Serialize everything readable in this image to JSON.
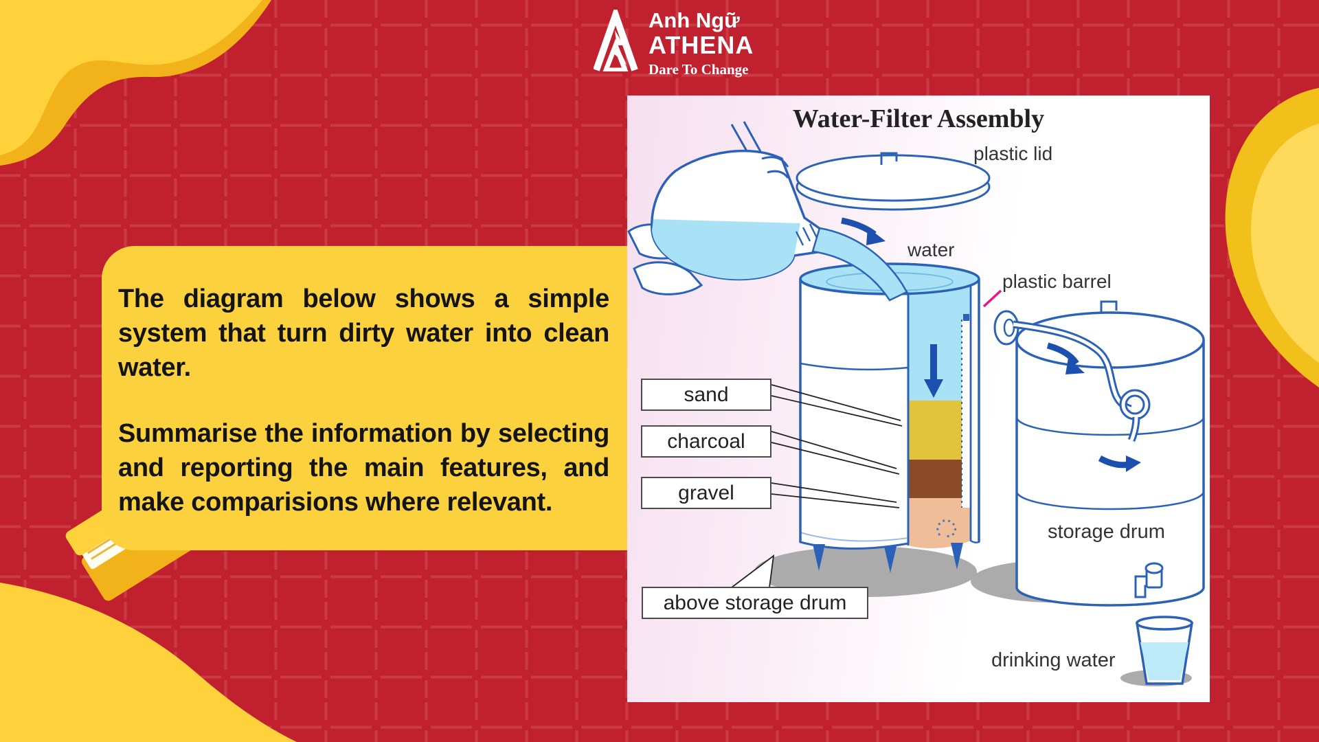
{
  "brand": {
    "line1": "Anh Ngữ",
    "line2": "ATHENA",
    "tagline": "Dare To Change",
    "logo_mark": "athena-mountain-a"
  },
  "task": {
    "para1_lines": [
      "The diagram below shows a simple",
      "system that turn dirty water into clean",
      "water."
    ],
    "para2_lines": [
      "Summarise the information by selecting",
      "and reporting the main features, and",
      "make comparisions where relevant."
    ]
  },
  "diagram": {
    "title": "Water-Filter Assembly",
    "labels": {
      "plastic_lid": "plastic lid",
      "water": "water",
      "plastic_barrel": "plastic barrel",
      "sand": "sand",
      "charcoal": "charcoal",
      "gravel": "gravel",
      "above_storage_drum": "above storage drum",
      "storage_drum": "storage drum",
      "drinking_water": "drinking water"
    }
  },
  "colors": {
    "background_red": "#C1202F",
    "grid_dash": "#D4555E",
    "card_yellow": "#FBD23E",
    "blob_yellow_bright": "#FFD23C",
    "blob_gold": "#F2B31A",
    "panel_pink": "#F6DFF0",
    "line_blue": "#2B62B8",
    "arrow_blue": "#1D4FAE",
    "water_blue": "#A9E2F7",
    "sand": "#E2C33C",
    "charcoal": "#8B4B27",
    "gravel": "#EFBD98",
    "magenta_leader": "#E8148C",
    "shadow_gray": "#ABABAB"
  }
}
